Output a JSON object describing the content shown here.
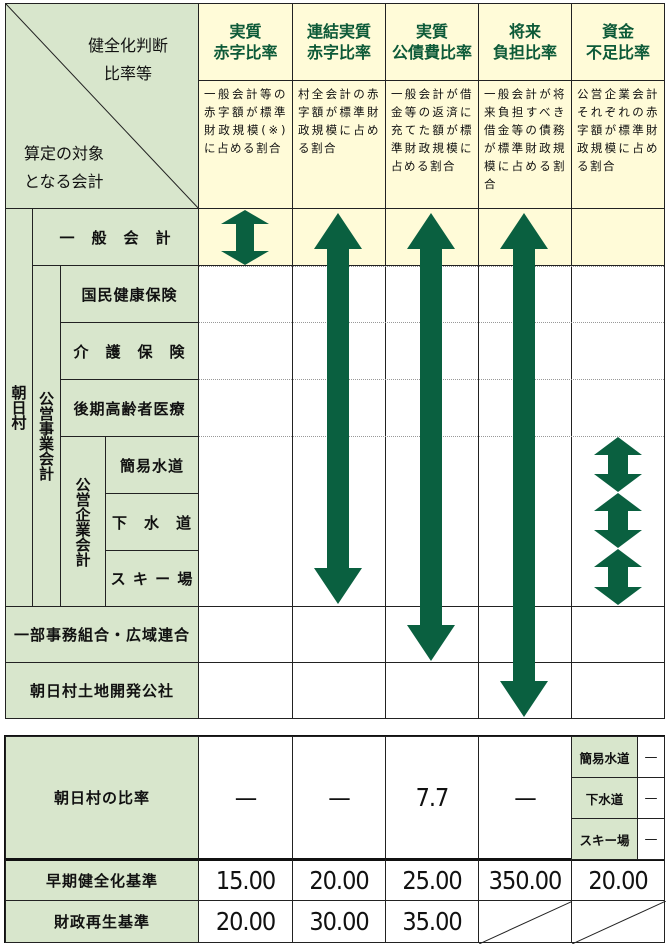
{
  "header": {
    "corner_top": "健全化判断\n比率等",
    "corner_bottom": "算定の対象\nとなる会計",
    "columns": [
      {
        "title": "実質\n赤字比率",
        "desc": "一般会計等の赤字額が標準財政規模(※)に占める割合"
      },
      {
        "title": "連結実質\n赤字比率",
        "desc": "村全会計の赤字額が標準財政規模に占める割合"
      },
      {
        "title": "実質\n公債費比率",
        "desc": "一般会計が借金等の返済に充てた額が標準財政規模に占める割合"
      },
      {
        "title": "将来\n負担比率",
        "desc": "一般会計が将来負担すべき借金等の債務が標準財政規模に占める割合"
      },
      {
        "title": "資金\n不足比率",
        "desc": "公営企業会計それぞれの赤字額が標準財政規模に占める割合"
      }
    ]
  },
  "rows": {
    "village": "朝日村",
    "general": "一　般　会　計",
    "public_business": "公営事業会計",
    "kokuho": "国民健康保険",
    "kaigo": "介　護　保　険",
    "kouki": "後期高齢者医療",
    "public_enterprise": "公営企業会計",
    "kani": "簡易水道",
    "gesui": "下　水　道",
    "ski": "ス キ ー 場",
    "union": "一部事務組合・広域連合",
    "land": "朝日村土地開発公社"
  },
  "summary": {
    "ratio_label": "朝日村の比率",
    "ratios": [
      "—",
      "—",
      "7.7",
      "—"
    ],
    "fund": [
      {
        "label": "簡易水道",
        "value": "—"
      },
      {
        "label": "下水道",
        "value": "—"
      },
      {
        "label": "スキー場",
        "value": "—"
      }
    ],
    "early_label": "早期健全化基準",
    "early": [
      "15.00",
      "20.00",
      "25.00",
      "350.00",
      "20.00"
    ],
    "rebuild_label": "財政再生基準",
    "rebuild": [
      "20.00",
      "30.00",
      "35.00"
    ]
  },
  "colors": {
    "arrow": "#0a6040",
    "green": "#d8e6cc",
    "yellow": "#fffbd8",
    "title": "#0d5a38"
  }
}
